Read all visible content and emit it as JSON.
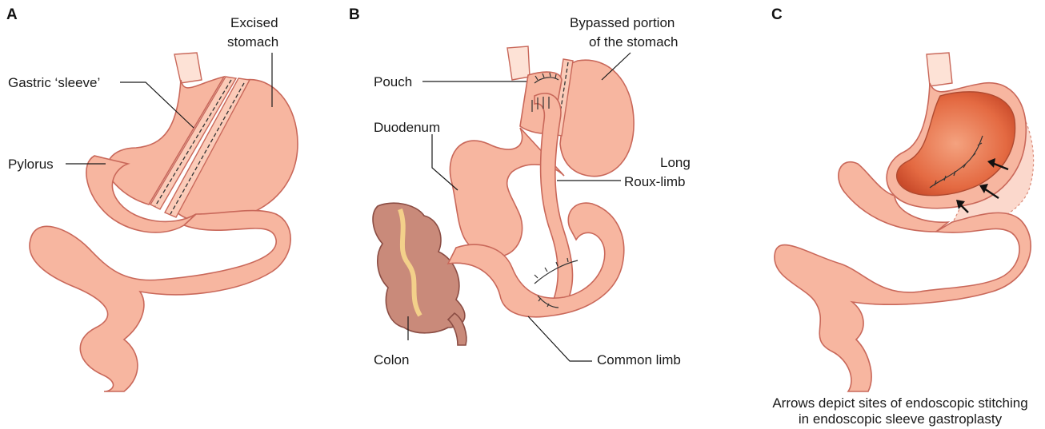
{
  "panels": {
    "a": {
      "letter": "A",
      "labels": {
        "excised_stomach_line1": "Excised",
        "excised_stomach_line2": "stomach",
        "gastric_sleeve": "Gastric ‘sleeve’",
        "pylorus": "Pylorus"
      }
    },
    "b": {
      "letter": "B",
      "labels": {
        "bypassed_line1": "Bypassed portion",
        "bypassed_line2": "of the stomach",
        "pouch": "Pouch",
        "duodenum": "Duodenum",
        "long_line1": "Long",
        "long_line2": "Roux-limb",
        "colon": "Colon",
        "common_limb": "Common limb"
      }
    },
    "c": {
      "letter": "C",
      "caption_line1": "Arrows depict sites of endoscopic stitching",
      "caption_line2": "in endoscopic sleeve gastroplasty"
    }
  },
  "colors": {
    "tissue": "#f7b6a0",
    "tissue_outline": "#c9685a",
    "colon": "#c98a7a",
    "stomach_interior": "#e0603a"
  }
}
